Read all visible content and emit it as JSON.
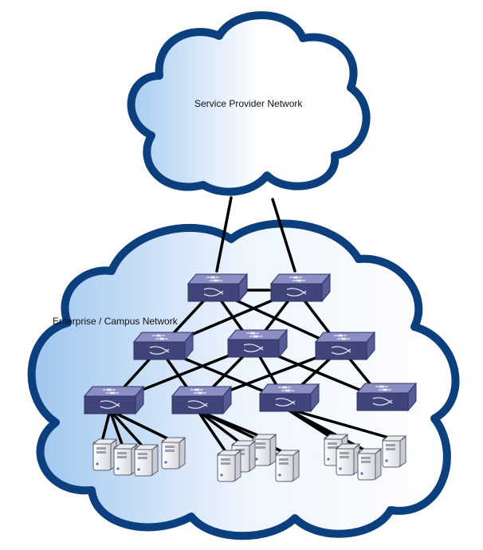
{
  "labels": {
    "service_provider": "Service Provider Network",
    "enterprise": "Enterprise / Campus Network"
  },
  "colors": {
    "cloud_outline": "#0b3f7e",
    "cloud_fill_light": "#ffffff",
    "cloud_fill_blue": "#a9cdf2",
    "link": "#000000",
    "switch_top": "#8b8fc2",
    "switch_front": "#3f4479",
    "switch_side": "#565c96",
    "server_body": "#f4f5f7",
    "server_shade": "#c9ccd4"
  },
  "topology": {
    "core_switches": 2,
    "distribution_switches": 3,
    "access_switches": 4,
    "servers_per_access_group": [
      4,
      4,
      4
    ]
  }
}
